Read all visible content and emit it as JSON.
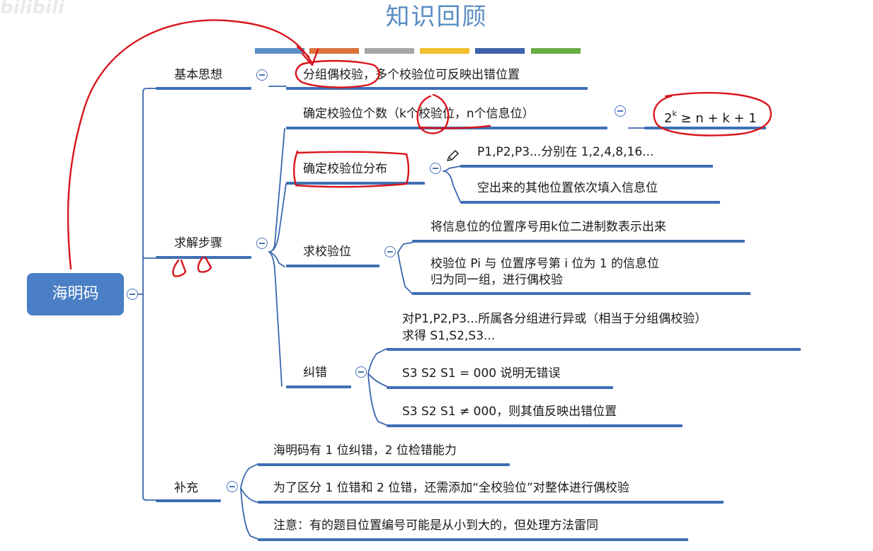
{
  "watermark": "bilibili",
  "title": "知识回顾",
  "colors": {
    "root_fill": "#4a7fc6",
    "title": "#5b8dc4",
    "branch_line": "#3f6fb3",
    "connector": "#3a67ae",
    "annotation": "#d8151c",
    "swatches": [
      "#5b8fc9",
      "#d9733a",
      "#a5a5a5",
      "#f0c02e",
      "#3f62a9",
      "#6aab45"
    ]
  },
  "root": {
    "label": "海明码"
  },
  "branches": {
    "basic": {
      "label": "基本思想",
      "items": [
        "分组偶校验，多个校验位可反映出错位置"
      ]
    },
    "steps": {
      "label": "求解步骤",
      "count": {
        "label": "确定校验位个数（k个校验位，n个信息位）",
        "formula": "2^k ≥ n + k + 1",
        "formula_base": "2",
        "formula_exp": "k",
        "formula_rest": " ≥ n + k + 1"
      },
      "distribution": {
        "label": "确定校验位分布",
        "items": [
          "P1,P2,P3...分别在 1,2,4,8,16...",
          "空出来的其他位置依次填入信息位"
        ]
      },
      "compute": {
        "label": "求校验位",
        "items": [
          "将信息位的位置序号用k位二进制数表示出来",
          "校验位 Pi    与   位置序号第 i 位为 1 的信息位",
          "归为同一组，进行偶校验"
        ]
      },
      "correct": {
        "label": "纠错",
        "items": [
          "对P1,P2,P3...所属各分组进行异或（相当于分组偶校验）",
          "求得 S1,S2,S3...",
          "S3 S2 S1 = 000 说明无错误",
          "S3 S2 S1 ≠ 000，则其值反映出错位置"
        ]
      }
    },
    "supplement": {
      "label": "补充",
      "items": [
        "海明码有 1 位纠错，2 位检错能力",
        "为了区分 1 位错和 2 位错，还需添加“全校验位”对整体进行偶校验",
        "注意：有的题目位置编号可能是从小到大的，但处理方法雷同"
      ]
    }
  }
}
